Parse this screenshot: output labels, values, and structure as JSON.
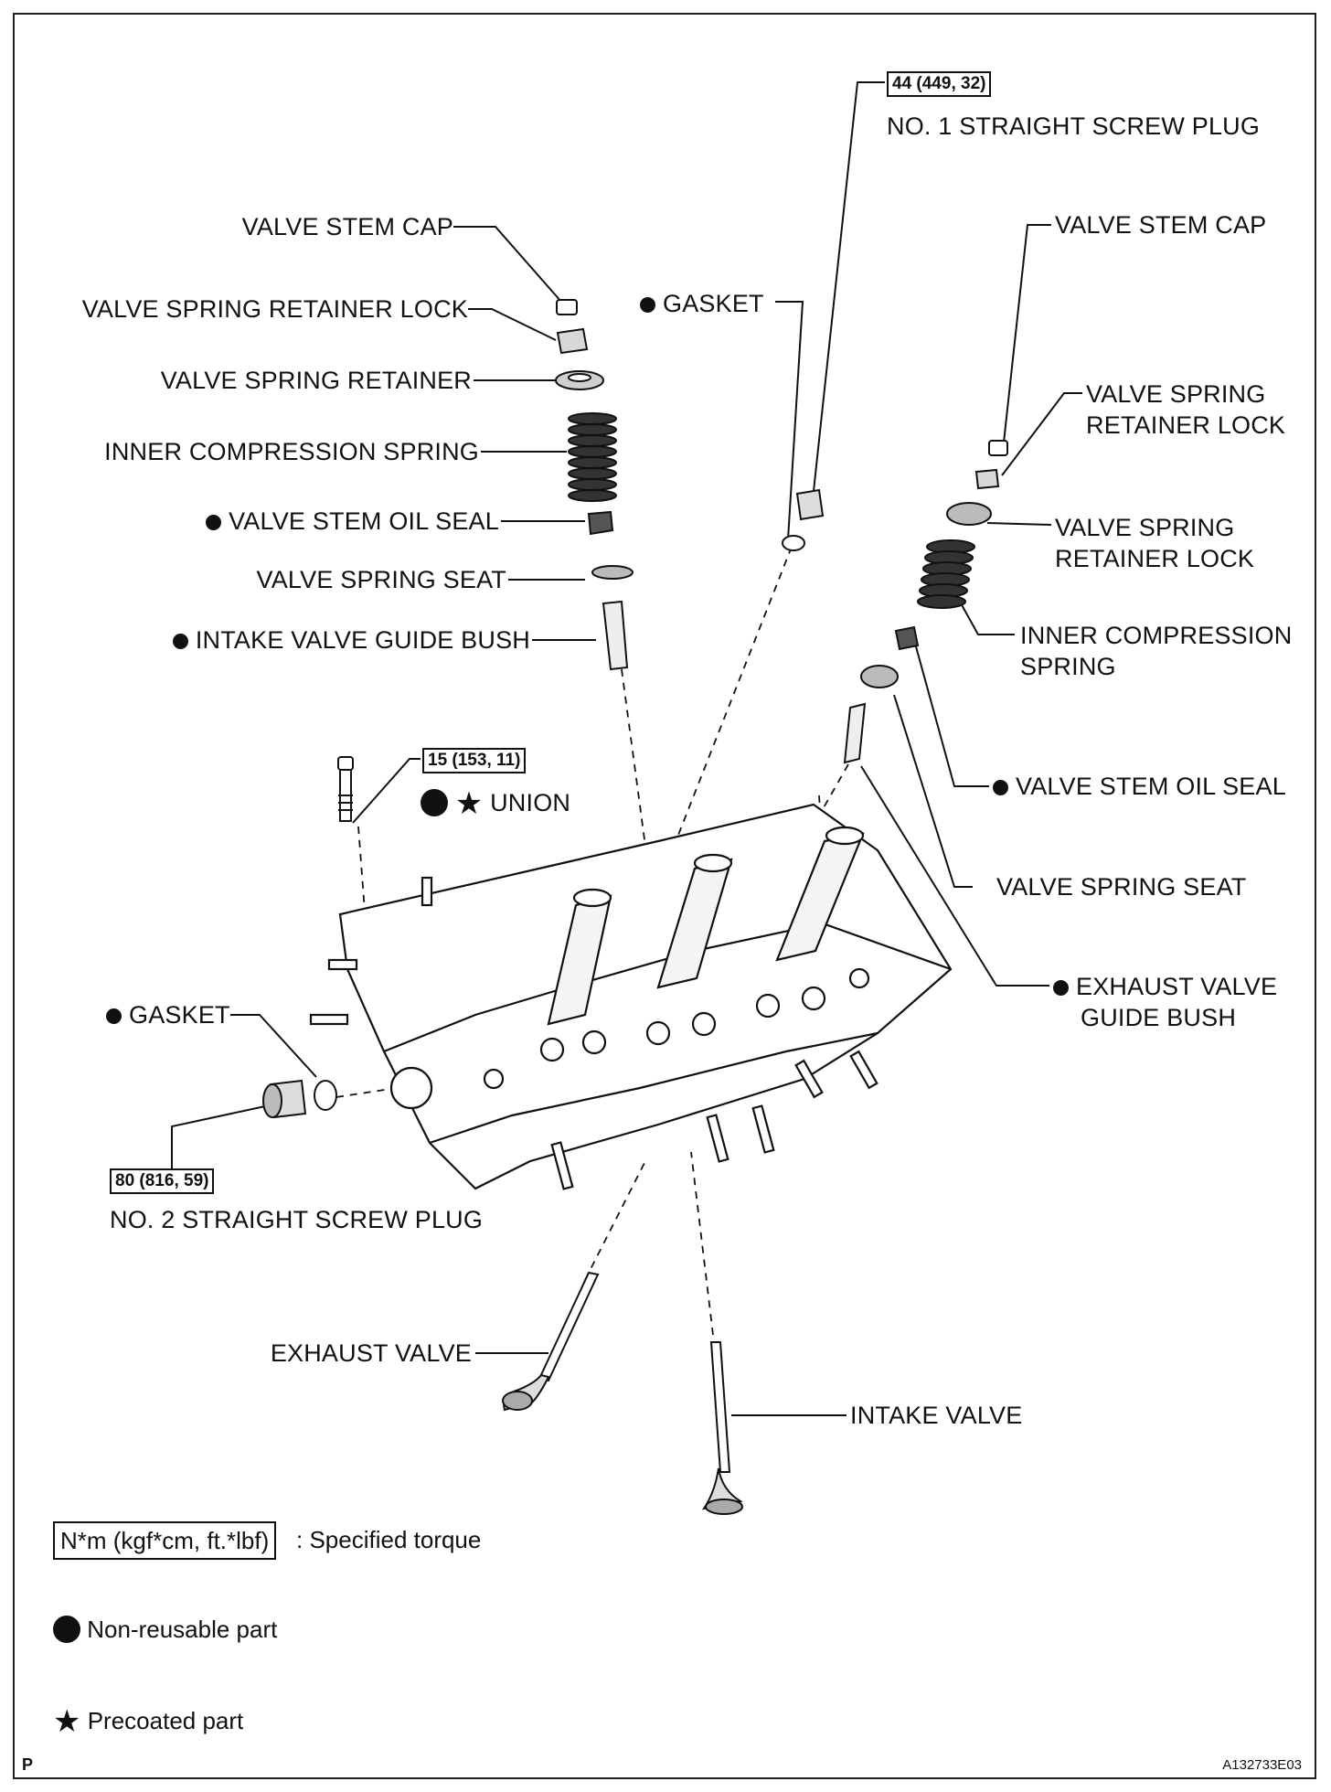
{
  "labels": {
    "top_torque": "44 (449, 32)",
    "no1_plug": "NO. 1 STRAIGHT SCREW PLUG",
    "l_valve_stem_cap": "VALVE STEM CAP",
    "l_retainer_lock": "VALVE SPRING RETAINER LOCK",
    "l_spring_retainer": "VALVE SPRING RETAINER",
    "l_inner_spring": "INNER COMPRESSION SPRING",
    "l_stem_oil_seal": "VALVE STEM OIL SEAL",
    "l_spring_seat": "VALVE SPRING SEAT",
    "l_intake_bush": "INTAKE VALVE GUIDE BUSH",
    "gasket_top": "GASKET",
    "r_valve_stem_cap": "VALVE STEM CAP",
    "r_retainer_lock_1": "VALVE SPRING",
    "r_retainer_lock_2": "RETAINER LOCK",
    "r_retainer_lock2_1": "VALVE SPRING",
    "r_retainer_lock2_2": "RETAINER LOCK",
    "r_inner_spring_1": "INNER COMPRESSION",
    "r_inner_spring_2": "SPRING",
    "r_stem_oil_seal": "VALVE STEM OIL SEAL",
    "r_spring_seat": "VALVE SPRING SEAT",
    "r_exhaust_bush_1": "EXHAUST VALVE",
    "r_exhaust_bush_2": "GUIDE BUSH",
    "union_torque": "15 (153, 11)",
    "union": "UNION",
    "gasket_left": "GASKET",
    "no2_torque": "80 (816, 59)",
    "no2_plug": "NO. 2 STRAIGHT SCREW PLUG",
    "exhaust_valve": "EXHAUST VALVE",
    "intake_valve": "INTAKE VALVE"
  },
  "legend": {
    "torque_unit": "N*m (kgf*cm, ft.*lbf)",
    "torque_desc": ": Specified torque",
    "non_reusable": "Non-reusable part",
    "precoated": "Precoated part"
  },
  "footer": {
    "left_code": "P",
    "right_code": "A132733E03"
  },
  "colors": {
    "ink": "#111111",
    "paper": "#ffffff"
  }
}
